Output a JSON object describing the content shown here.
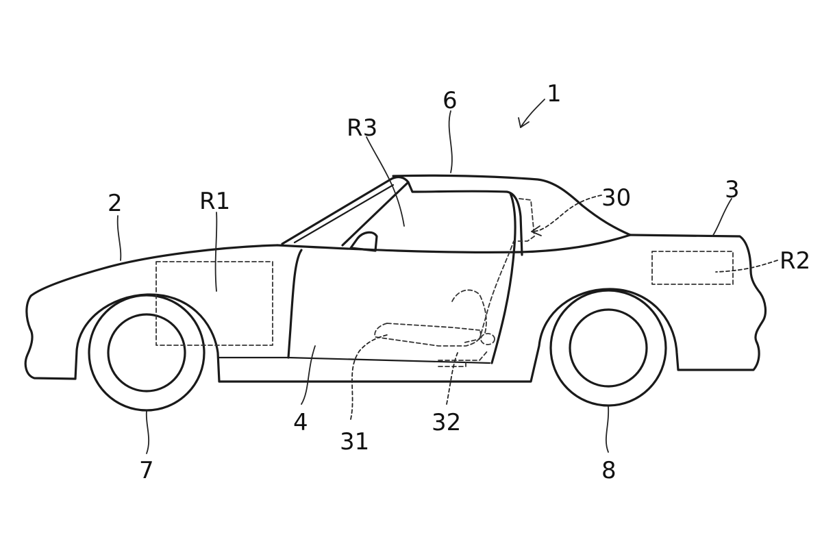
{
  "figure": {
    "labels": {
      "vehicle": "1",
      "front_body": "2",
      "rear_body": "3",
      "door": "4",
      "roof": "6",
      "front_wheel": "7",
      "rear_wheel": "8",
      "seat_assembly": "30",
      "seat_cushion": "31",
      "seat_rail": "32",
      "region_front": "R1",
      "region_rear": "R2",
      "region_cabin": "R3"
    }
  }
}
